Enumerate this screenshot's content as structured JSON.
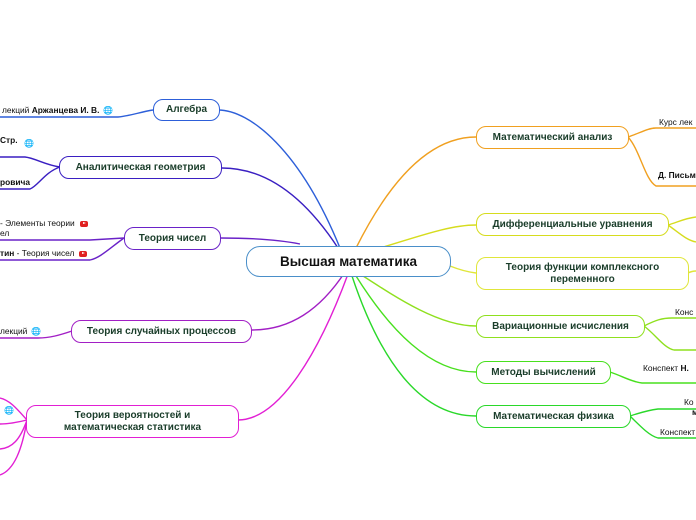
{
  "center": {
    "label": "Высшая математика"
  },
  "topics": {
    "algebra": "Алгебра",
    "analytic_geometry": "Аналитическая геометрия",
    "number_theory": "Теория чисел",
    "random_processes": "Теория случайных процессов",
    "probability_line1": "Теория вероятностей и",
    "probability_line2": "математическая статистика",
    "math_analysis": "Математический анализ",
    "diff_equations": "Дифференциальные уравнения",
    "complex_line1": "Теория функции комплексного",
    "complex_line2": "переменного",
    "variational": "Вариационные исчисления",
    "numerical_methods": "Методы вычислений",
    "math_physics": "Математическая физика"
  },
  "leaves": {
    "algebra_1_text": "лекций ",
    "algebra_1_bold": "Аржанцева И. В.",
    "geometry_1_bold": "Стр.",
    "geometry_2_bold": "ровича",
    "number_1_line1": " - Элементы теории",
    "number_1_line2": "ел",
    "number_2_bold": "тин",
    "number_2_text": " - Теория чисел",
    "random_1_text": "лекций",
    "analysis_1_text": "Курс лек",
    "analysis_2_bold": "Д. Письм",
    "variational_1_text": "Конс",
    "numerical_1_text": "Конспект ",
    "numerical_1_bold": "Н.",
    "physics_1_text": "Ко",
    "physics_1_bold": "м",
    "physics_2_text": "Конспект"
  },
  "icons": {
    "globe": "globe-icon",
    "video": "youtube-icon"
  },
  "colors": {
    "algebra": "#2d5fd9",
    "analytic_geometry": "#3a1fc2",
    "number_theory": "#6a22c8",
    "random_processes": "#a21fc5",
    "probability": "#e21fd4",
    "math_analysis": "#f0a020",
    "diff_equations": "#d6dc1e",
    "complex": "#e0e63a",
    "variational": "#8fe01e",
    "numerical_methods": "#48e01e",
    "math_physics": "#2ad82a",
    "center_border": "#4a8fc9"
  }
}
